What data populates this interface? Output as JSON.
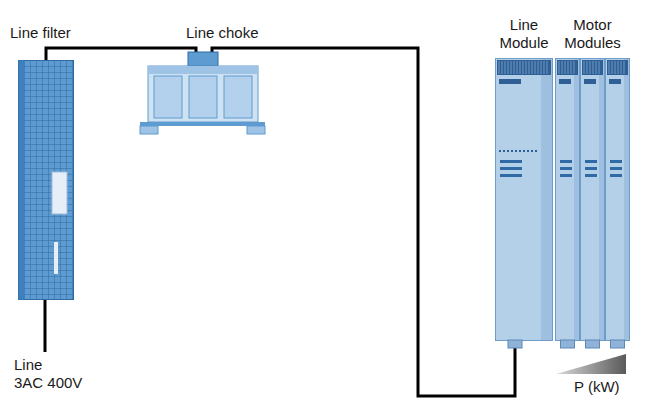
{
  "diagram": {
    "nodes": [
      {
        "text": [
          "Line filter"
        ]
      },
      {
        "text": [
          "Line choke"
        ]
      },
      {
        "text": [
          "Line Module"
        ]
      },
      {
        "text": [
          "Motor Modules"
        ]
      }
    ],
    "edges": [
      {
        "from": 0,
        "to": 1,
        "arrow": "none"
      },
      {
        "from": 1,
        "to": 2,
        "arrow": "none"
      }
    ],
    "labels": [
      "Line 3AC 400V",
      "P (kW)"
    ]
  }
}
